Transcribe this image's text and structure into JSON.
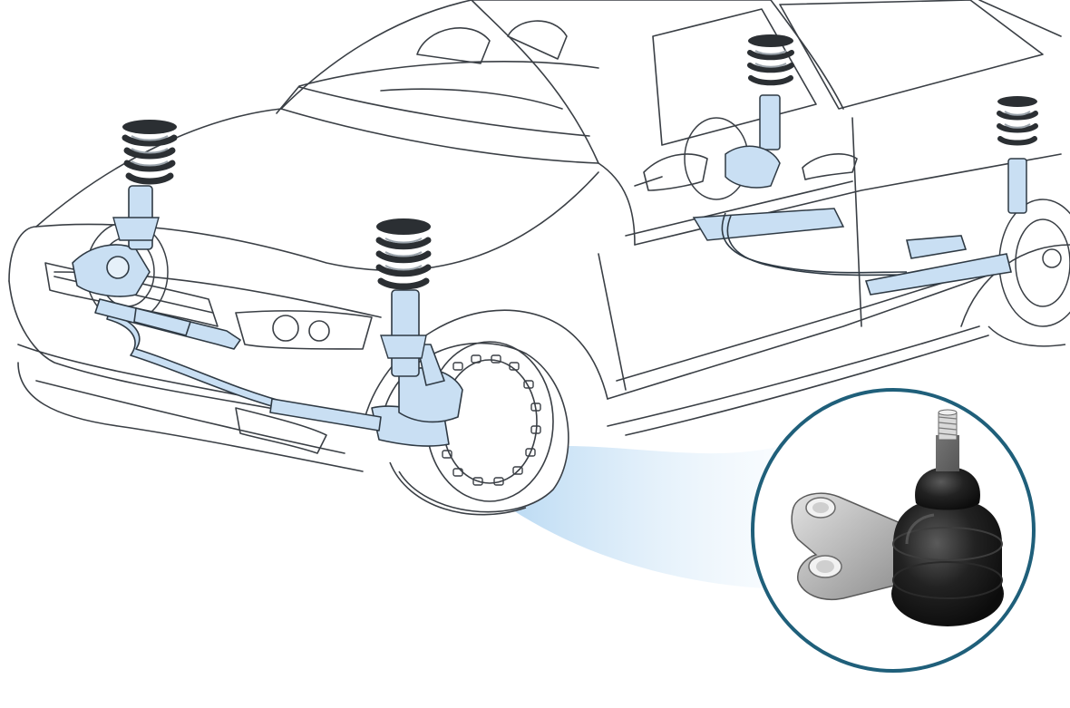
{
  "figure": {
    "subject": "car-suspension-cutaway",
    "highlighted_part": "ball-joint",
    "colors": {
      "background": "#ffffff",
      "outline": "#3a3f45",
      "suspension_fill": "#c9dff3",
      "suspension_stroke": "#2f3a44",
      "spring_dark": "#2b2f33",
      "spring_light": "#9aa3ab",
      "callout_ring": "#1f5f7a",
      "callout_beam": "#b9d9f2",
      "part_metal": "#b8b8b8",
      "part_rubber": "#1c1c1c"
    },
    "icons": [
      "car-outline",
      "front-left-strut",
      "front-right-strut",
      "rear-left-strut",
      "rear-right-strut",
      "ball-joint-icon"
    ]
  }
}
